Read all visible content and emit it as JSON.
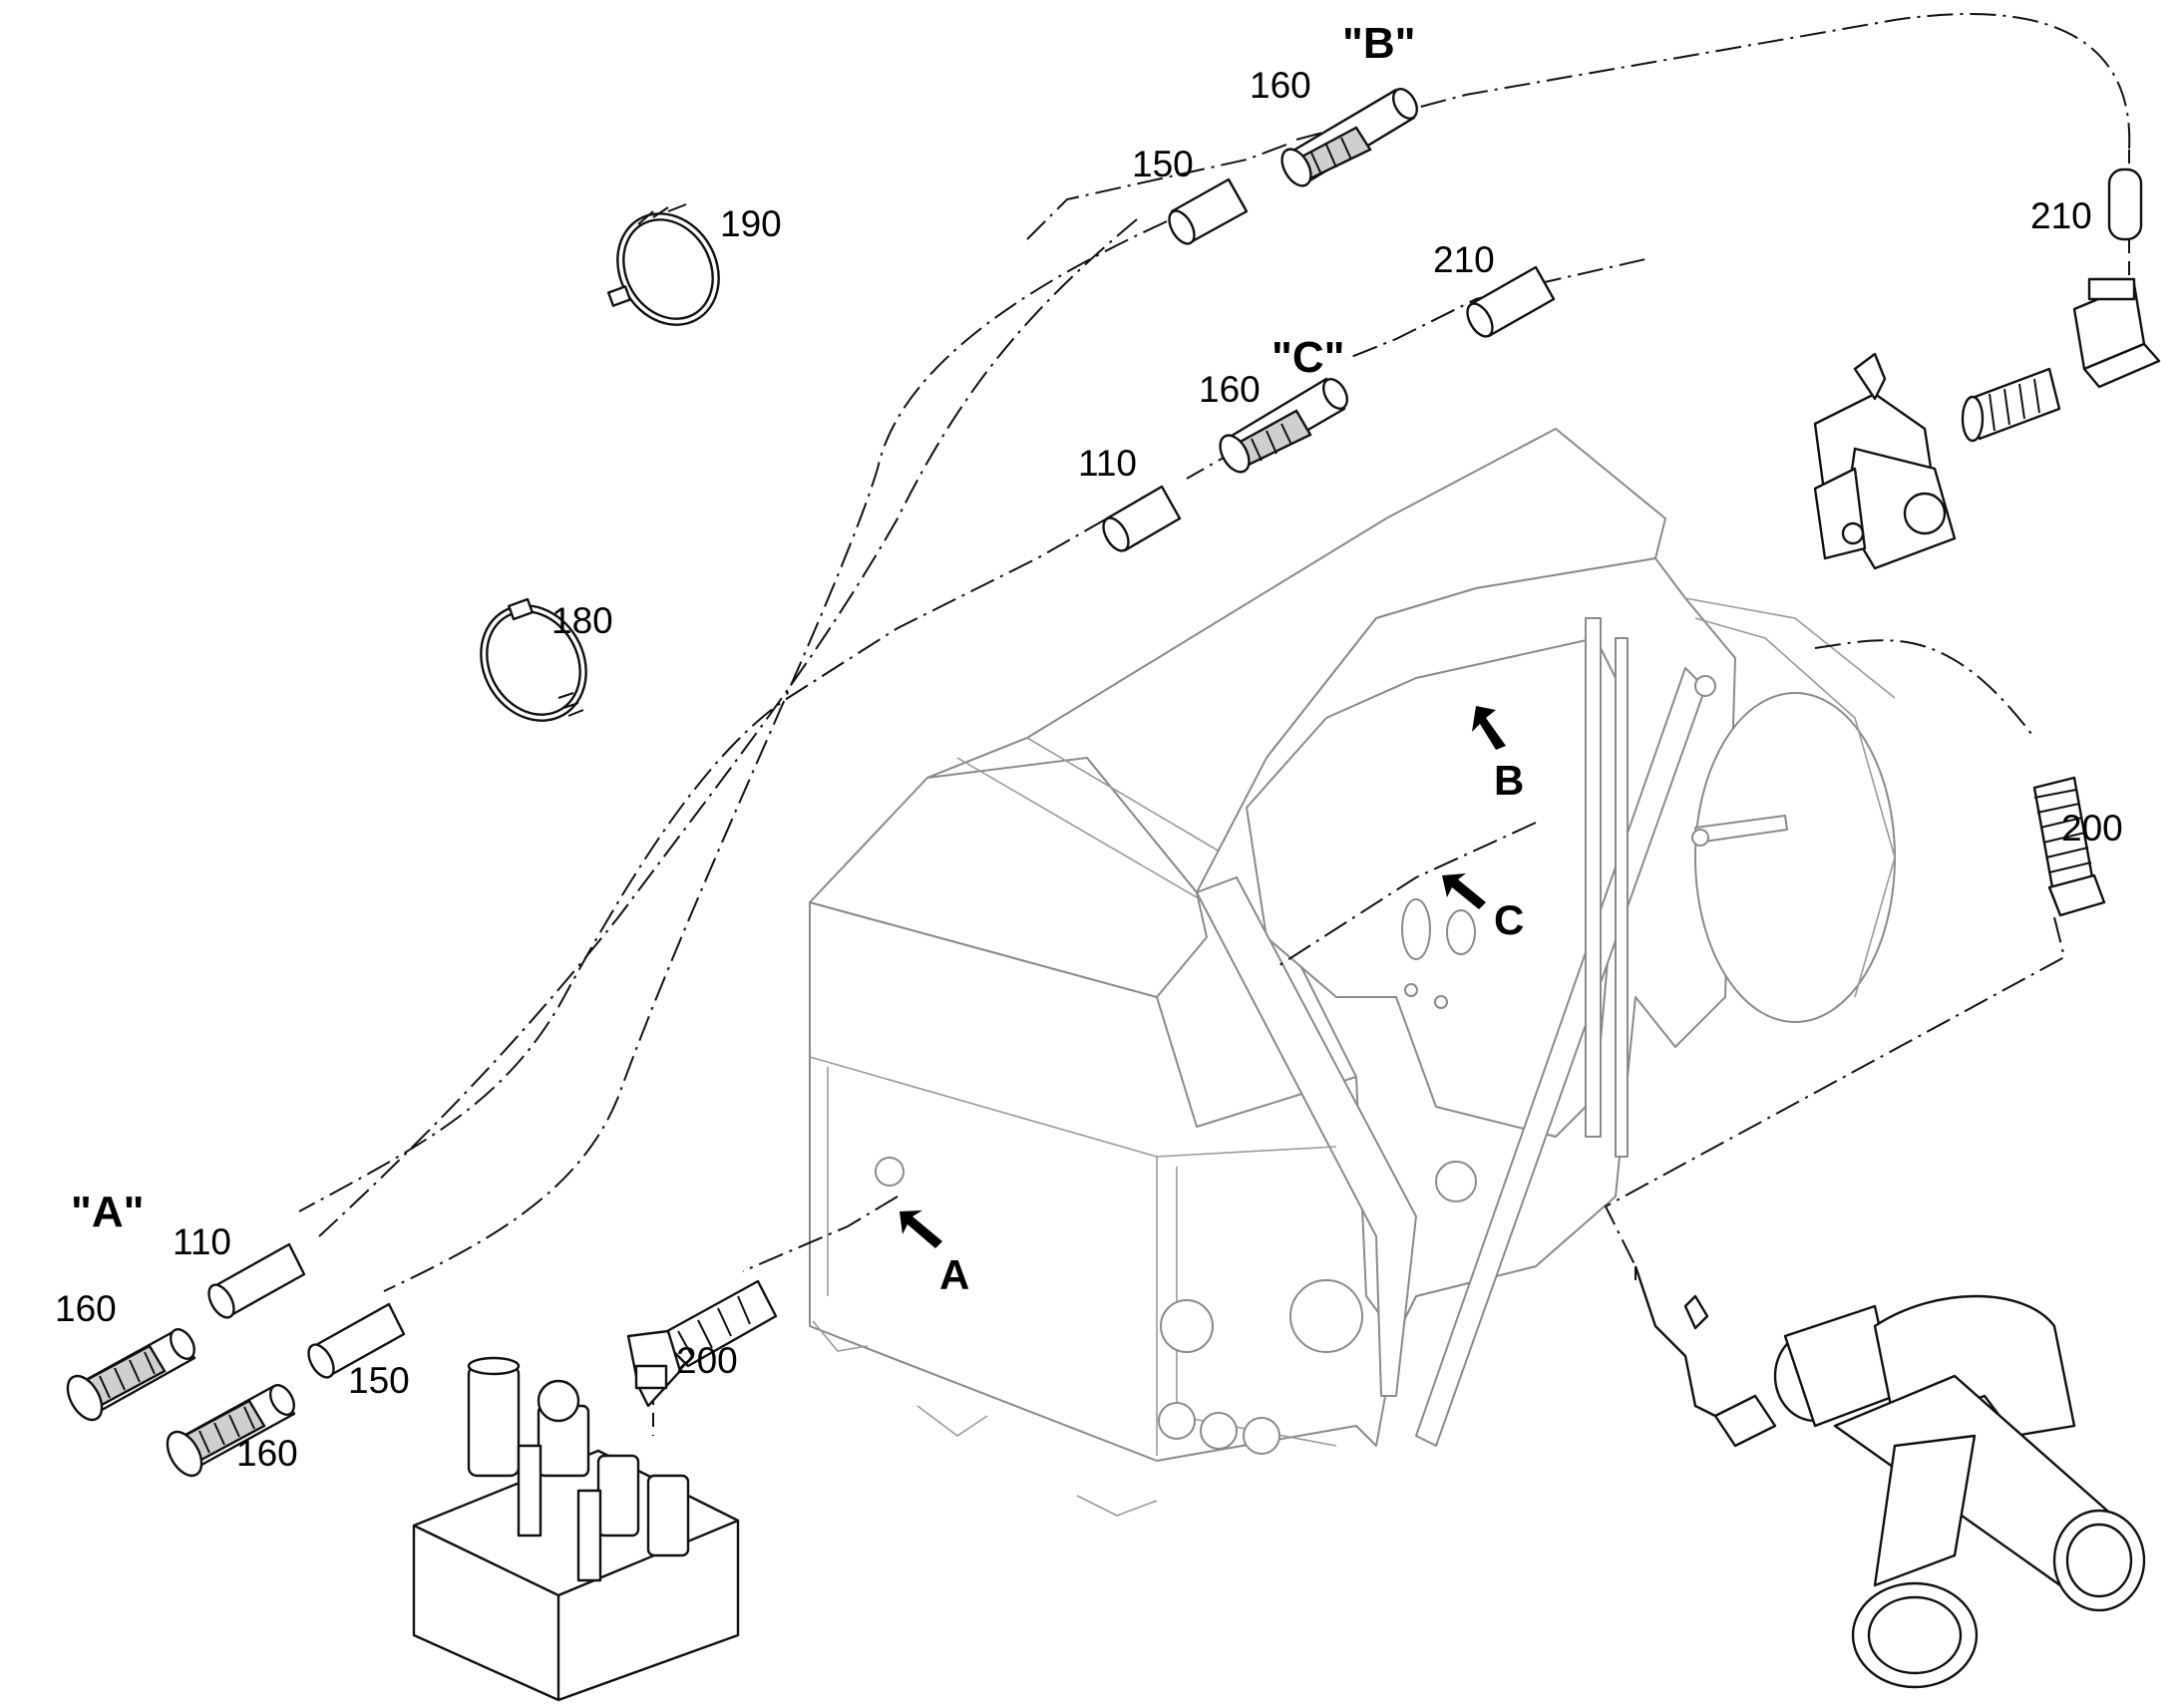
{
  "views": [
    {
      "key": "A",
      "title": "\"A\""
    },
    {
      "key": "B",
      "title": "\"B\""
    },
    {
      "key": "C",
      "title": "\"C\""
    }
  ],
  "arrows": [
    {
      "key": "A",
      "text": "A"
    },
    {
      "key": "B",
      "text": "B"
    },
    {
      "key": "C",
      "text": "C"
    }
  ],
  "callouts": [
    {
      "id": "190",
      "text": "190"
    },
    {
      "id": "180",
      "text": "180"
    },
    {
      "id": "160-B",
      "text": "160"
    },
    {
      "id": "150-B",
      "text": "150"
    },
    {
      "id": "210-mid",
      "text": "210"
    },
    {
      "id": "210-top",
      "text": "210"
    },
    {
      "id": "160-C",
      "text": "160"
    },
    {
      "id": "110-C",
      "text": "110"
    },
    {
      "id": "200-right",
      "text": "200"
    },
    {
      "id": "110-A",
      "text": "110"
    },
    {
      "id": "160-A1",
      "text": "160"
    },
    {
      "id": "160-A2",
      "text": "160"
    },
    {
      "id": "150-A",
      "text": "150"
    },
    {
      "id": "200-left",
      "text": "200"
    }
  ]
}
